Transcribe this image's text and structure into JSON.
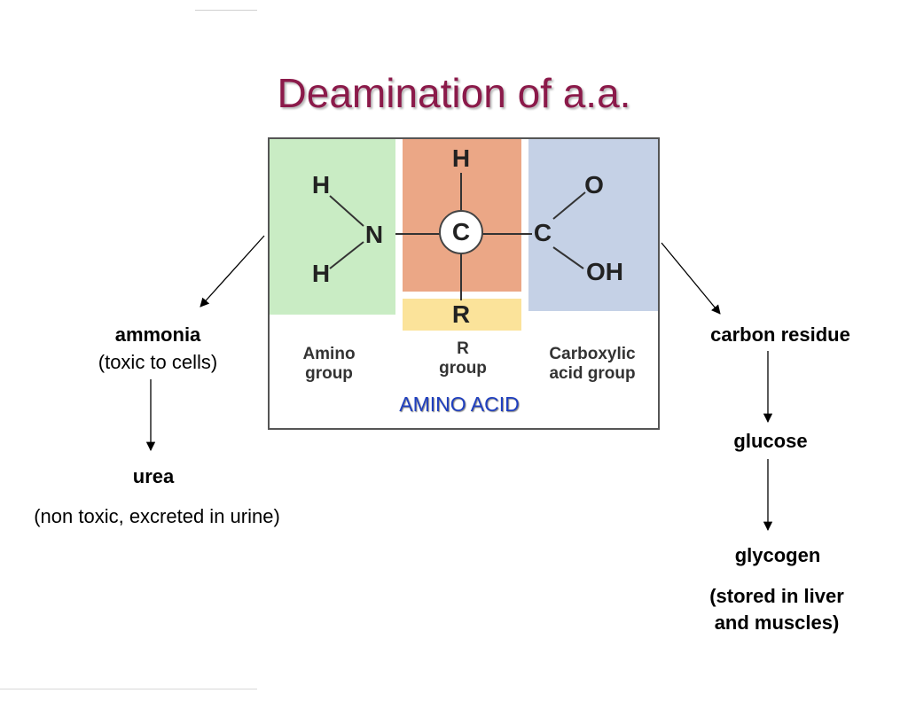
{
  "title": "Deamination of a.a.",
  "diagram": {
    "amino_group": {
      "atoms": [
        "H",
        "N",
        "H"
      ],
      "label_line1": "Amino",
      "label_line2": "group"
    },
    "r_group": {
      "top_atom": "H",
      "center_atom": "C",
      "r_atom": "R",
      "label_line1": "R",
      "label_line2": "group"
    },
    "carboxyl_group": {
      "atoms": [
        "O",
        "C",
        "OH"
      ],
      "label_line1": "Carboxylic",
      "label_line2": "acid group"
    },
    "caption": "AMINO ACID"
  },
  "left_path": {
    "ammonia": "ammonia",
    "ammonia_note": "(toxic to cells)",
    "urea": "urea",
    "urea_note": "(non toxic, excreted in urine)"
  },
  "right_path": {
    "carbon_residue": "carbon residue",
    "glucose": "glucose",
    "glycogen": "glycogen",
    "glycogen_note_line1": "(stored in liver",
    "glycogen_note_line2": "and muscles)"
  },
  "colors": {
    "title": "#8b1a4a",
    "amino_panel": "#c9ecc4",
    "r_panel": "#eba786",
    "r_box": "#fbe39a",
    "carboxyl_panel": "#c5d1e6",
    "caption": "#1f3fbf"
  }
}
